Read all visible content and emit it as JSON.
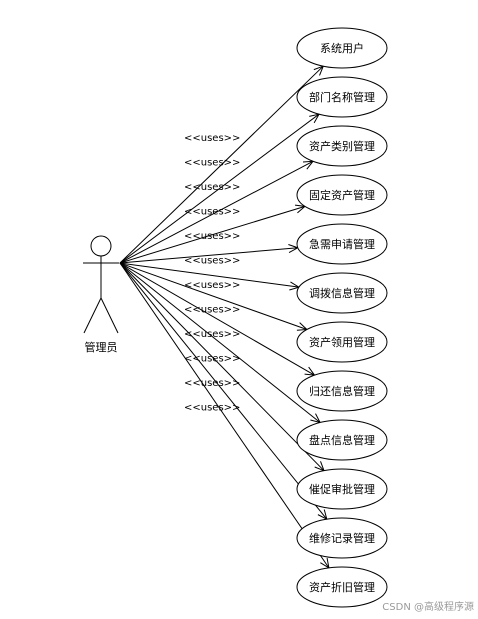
{
  "actor": {
    "label": "管理员"
  },
  "relation_label": "<<uses>>",
  "use_cases": [
    {
      "label": "系统用户"
    },
    {
      "label": "部门名称管理"
    },
    {
      "label": "资产类别管理"
    },
    {
      "label": "固定资产管理"
    },
    {
      "label": "急需申请管理"
    },
    {
      "label": "调拨信息管理"
    },
    {
      "label": "资产领用管理"
    },
    {
      "label": "归还信息管理"
    },
    {
      "label": "盘点信息管理"
    },
    {
      "label": "催促审批管理"
    },
    {
      "label": "维修记录管理"
    },
    {
      "label": "资产折旧管理"
    }
  ],
  "watermark": "CSDN @高级程序源",
  "colors": {
    "stroke": "#000000",
    "background": "#ffffff",
    "watermark": "#9a9a9a"
  }
}
